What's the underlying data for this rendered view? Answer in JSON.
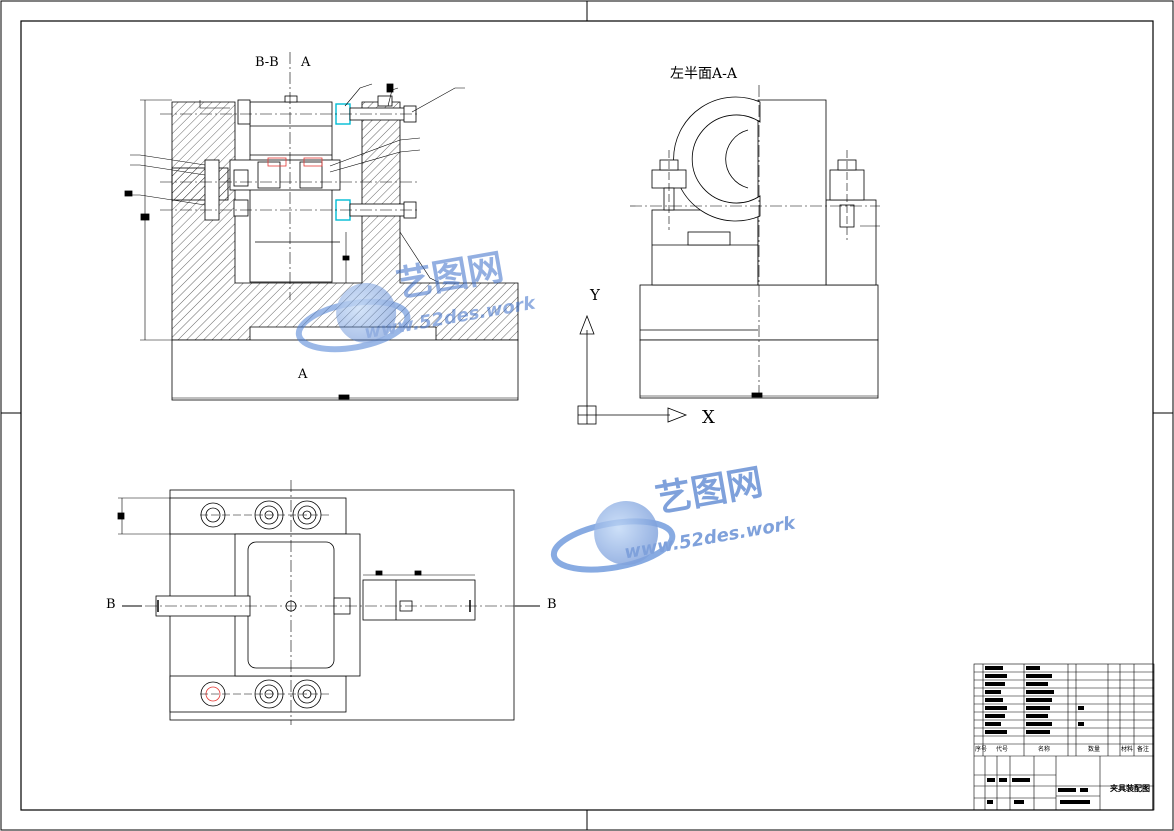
{
  "labels": {
    "section_bb": "B-B",
    "section_a_top": "A",
    "section_a_bottom": "A",
    "left_half_view": "左半面A-A",
    "b_left": "B",
    "b_right": "B",
    "axis_y": "Y",
    "axis_x": "X"
  },
  "title_block": {
    "col_no": "序号",
    "col_code": "代号",
    "col_name": "名称",
    "col_qty": "数量",
    "col_mat": "材料",
    "col_note": "备注",
    "drawing_name": "夹具装配图"
  },
  "watermark": {
    "brand": "艺图网",
    "url": "www.52des.work"
  },
  "colors": {
    "line": "#000000",
    "accent_cyan": "#00bcd4",
    "accent_red": "#e53935",
    "watermark_blue": "#4a7fd4"
  }
}
